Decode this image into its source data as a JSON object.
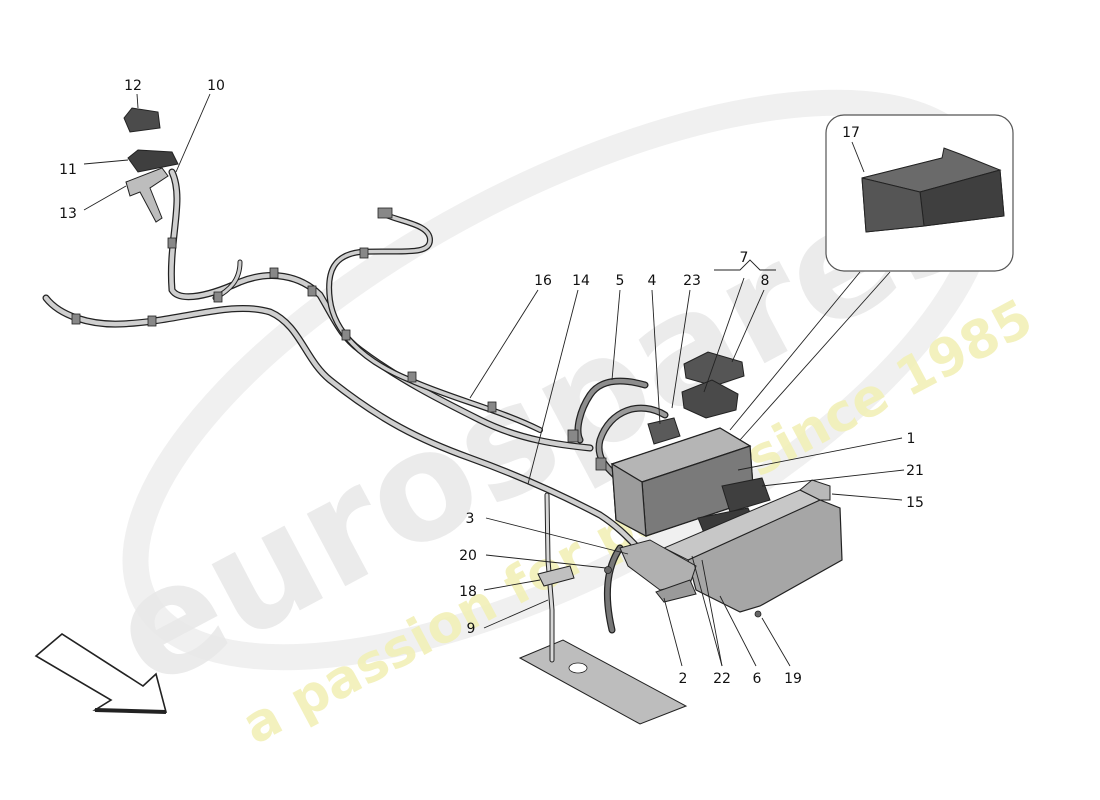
{
  "watermark": {
    "brand": "eurospares",
    "tagline": "a passion for parts since 1985",
    "brand_color": "#e9e9e9",
    "tagline_color": "#f1efb4"
  },
  "callouts": [
    {
      "id": "c1",
      "label": "1"
    },
    {
      "id": "c2",
      "label": "2"
    },
    {
      "id": "c3",
      "label": "3"
    },
    {
      "id": "c4",
      "label": "4"
    },
    {
      "id": "c5",
      "label": "5"
    },
    {
      "id": "c6",
      "label": "6"
    },
    {
      "id": "c7",
      "label": "7"
    },
    {
      "id": "c8",
      "label": "8"
    },
    {
      "id": "c9",
      "label": "9"
    },
    {
      "id": "c10",
      "label": "10"
    },
    {
      "id": "c11",
      "label": "11"
    },
    {
      "id": "c12",
      "label": "12"
    },
    {
      "id": "c13",
      "label": "13"
    },
    {
      "id": "c14",
      "label": "14"
    },
    {
      "id": "c15",
      "label": "15"
    },
    {
      "id": "c16",
      "label": "16"
    },
    {
      "id": "c17",
      "label": "17"
    },
    {
      "id": "c18",
      "label": "18"
    },
    {
      "id": "c19",
      "label": "19"
    },
    {
      "id": "c20",
      "label": "20"
    },
    {
      "id": "c21",
      "label": "21"
    },
    {
      "id": "c22",
      "label": "22"
    },
    {
      "id": "c23",
      "label": "23"
    }
  ],
  "colors": {
    "part_fill": "#8c8c8c",
    "part_dark": "#555555",
    "part_light": "#c9c9c9",
    "outline": "#222222",
    "arrow_fill": "#ffffff"
  }
}
